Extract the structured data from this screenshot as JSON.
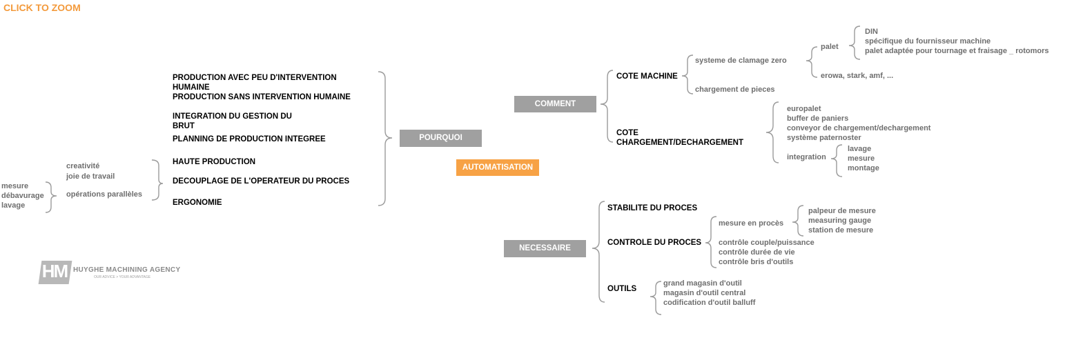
{
  "header": {
    "zoom_label": "CLICK TO ZOOM"
  },
  "center": {
    "label": "AUTOMATISATION",
    "color": "#f7a245"
  },
  "branch_color": "#a0a0a0",
  "pourquoi": {
    "label": "POURQUOI",
    "items": [
      "PRODUCTION AVEC PEU D'INTERVENTION HUMAINE",
      "PRODUCTION SANS INTERVENTION HUMAINE",
      "INTEGRATION DU GESTION DU BRUT",
      "PLANNING DE PRODUCTION INTEGREE",
      "HAUTE PRODUCTION",
      "DECOUPLAGE DE L'OPERATEUR DU PROCES",
      "ERGONOMIE"
    ],
    "haute_production_children": [
      "creativité",
      "joie de travail"
    ],
    "decouplage_children": [
      "opérations parallèles"
    ],
    "operations_children": [
      "mesure",
      "débavurage",
      "lavage"
    ]
  },
  "comment": {
    "label": "COMMENT",
    "cote_machine": {
      "label": "COTE MACHINE",
      "clamage": "systeme de clamage zero",
      "palet": "palet",
      "palet_children": [
        "DIN",
        "spécifique du fournisseur machine",
        "palet adaptée pour tournage et fraisage _ rotomors"
      ],
      "erowa": "erowa, stark, amf, ...",
      "chargement": "chargement de pieces"
    },
    "cote_chargement": {
      "label": "COTE CHARGEMENT/DECHARGEMENT",
      "children": [
        "europalet",
        "buffer de paniers",
        "conveyor de chargement/dechargement",
        "système paternoster"
      ],
      "integration": "integration",
      "integration_children": [
        "lavage",
        "mesure",
        "montage"
      ]
    }
  },
  "necessaire": {
    "label": "NECESSAIRE",
    "stabilite": "STABILITE DU PROCES",
    "controle": {
      "label": "CONTROLE DU PROCES",
      "mesure_en_proces": "mesure en procès",
      "mesure_children": [
        "palpeur de mesure",
        "measuring gauge",
        "station de mesure"
      ],
      "others": [
        "contrôle couple/puissance",
        "contrôle durée de vie",
        "contrôle bris d'outils"
      ]
    },
    "outils": {
      "label": "OUTILS",
      "children": [
        "grand magasin d'outil",
        "magasin d'outil central",
        "codification d'outil balluff"
      ]
    }
  },
  "logo": {
    "monogram": "HM",
    "name": "HUYGHE MACHINING AGENCY",
    "tagline": "OUR ADVICE > YOUR ADVANTAGE"
  }
}
